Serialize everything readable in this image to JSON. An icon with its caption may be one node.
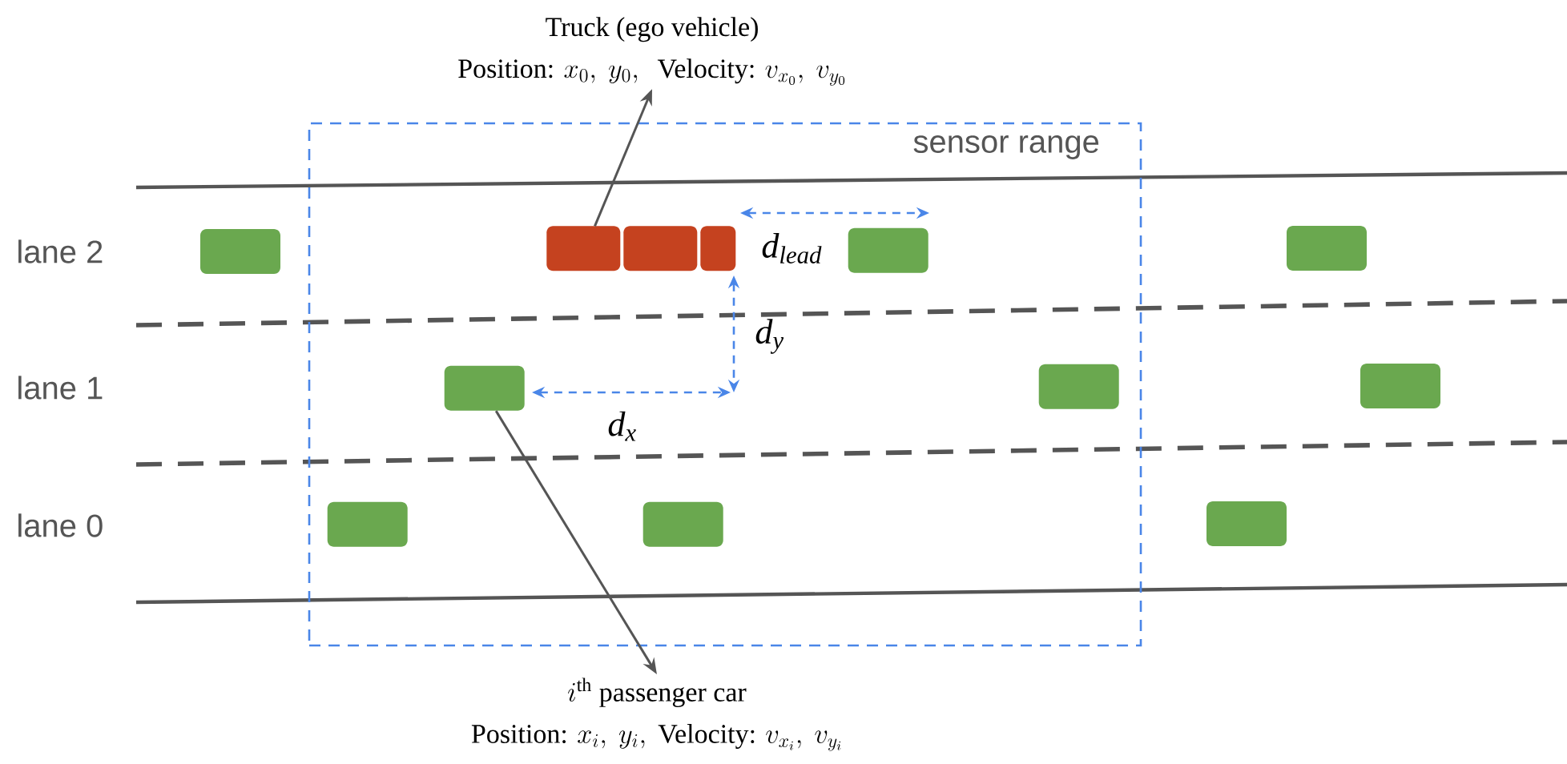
{
  "diagram": {
    "nodes": [
      {
        "text": [
          "Truck (ego vehicle)",
          "\\text{Position: } x_0,\\ y_0,\\ \\text{ Velocity: } v_{x_0},\\ v_{y_0}"
        ]
      },
      {
        "text": [
          "sensor range"
        ]
      },
      {
        "text": [],
        "shape": "box",
        "in": 1
      },
      {
        "text": [],
        "shape": "box"
      },
      {
        "text": [],
        "shape": "box",
        "in": 1
      },
      {
        "text": [],
        "shape": "box"
      },
      {
        "text": [],
        "shape": "box",
        "in": 1
      },
      {
        "text": [],
        "shape": "box",
        "in": 1
      },
      {
        "text": [],
        "shape": "box"
      },
      {
        "text": [],
        "shape": "box",
        "in": 1
      },
      {
        "text": [],
        "shape": "box",
        "in": 1
      },
      {
        "text": [],
        "shape": "box"
      },
      {
        "text": [
          "i^{\\text{th}}\\text{ passenger car}",
          "\\text{Position: } x_i,\\ y_i,\\ \\text{Velocity: } v_{x_i},\\ v_{y_i}"
        ]
      }
    ],
    "edges": [
      {
        "from": 2,
        "to": 0,
        "arrow": "to"
      },
      {
        "from": 6,
        "to": 12,
        "arrow": "to"
      }
    ],
    "labels": [
      "lane 2",
      "lane 1",
      "lane 0",
      "d$_{lead}$",
      "d$_{y}$",
      "d$_{x}$"
    ]
  }
}
